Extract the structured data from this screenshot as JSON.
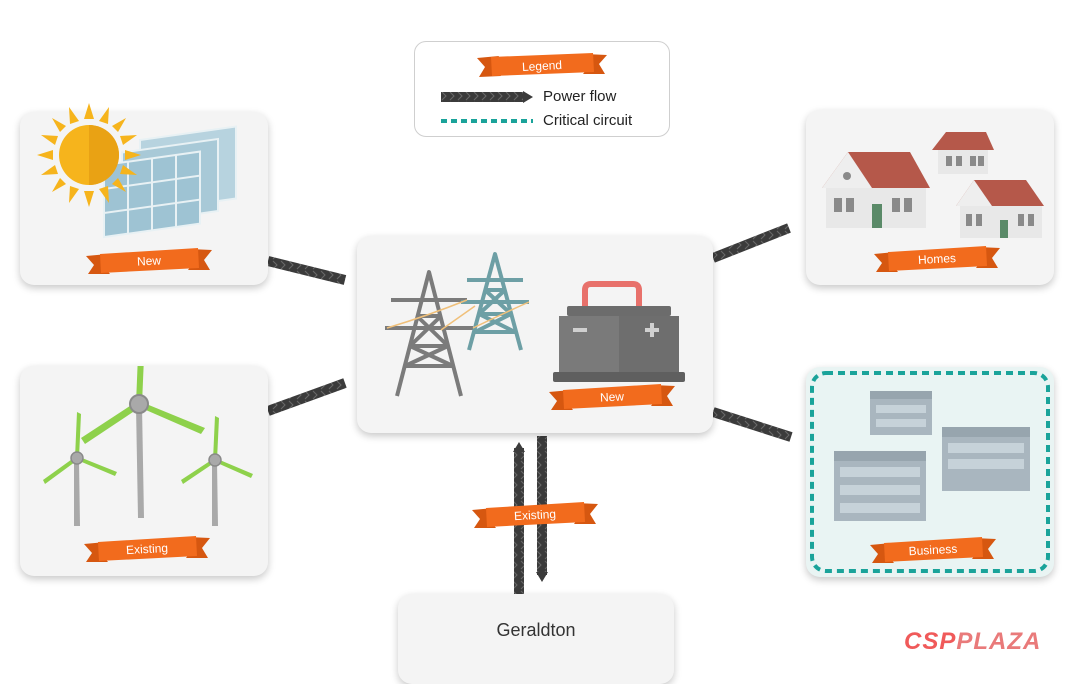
{
  "legend": {
    "title": "Legend",
    "power_flow": "Power flow",
    "critical_circuit": "Critical circuit"
  },
  "nodes": {
    "solar": {
      "label": "New"
    },
    "wind": {
      "label": "Existing"
    },
    "hub": {
      "label": "New"
    },
    "homes": {
      "label": "Homes"
    },
    "business": {
      "label": "Business"
    },
    "grid_link": {
      "label": "Existing"
    },
    "geraldton": {
      "label": "Geraldton"
    }
  },
  "colors": {
    "ribbon": "#f26b1d",
    "flow": "#3b3b3b",
    "critical": "#1aa39a",
    "sun": "#f6b41c",
    "turbine_blade": "#8ed14b",
    "panel": "#9ec3d3"
  },
  "watermark": {
    "part1": "CSP",
    "part2": "PLAZA"
  }
}
